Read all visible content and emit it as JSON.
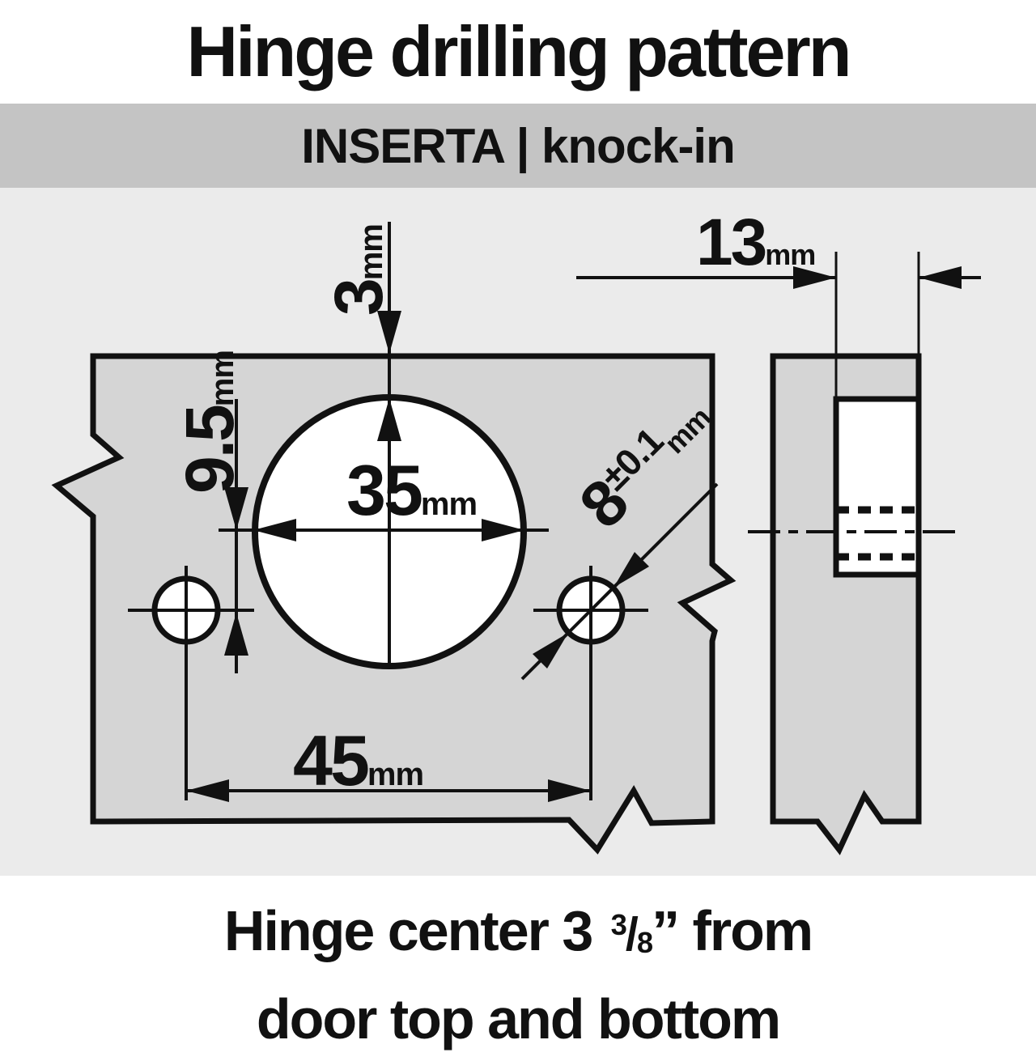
{
  "title": "Hinge drilling pattern",
  "banner": {
    "label": "INSERTA | knock-in"
  },
  "diagram": {
    "dims": {
      "edge_distance": {
        "value": "3",
        "unit": "mm"
      },
      "screw_offset": {
        "value": "9.5",
        "unit": "mm"
      },
      "cup_diameter": {
        "value": "35",
        "unit": "mm"
      },
      "screw_spacing": {
        "value": "45",
        "unit": "mm"
      },
      "screw_hole_diameter": {
        "value": "8",
        "tolerance": "±0.1",
        "unit": "mm"
      },
      "cup_edge_distance": {
        "value": "13",
        "unit": "mm"
      }
    }
  },
  "footer": {
    "prefix": "Hinge center 3",
    "fraction": {
      "numerator": "3",
      "slash": "/",
      "denominator": "8"
    },
    "suffix": "” from",
    "line2": "door top and bottom"
  },
  "colors": {
    "banner_bg": "#c4c4c4",
    "diagram_bg": "#ebebeb",
    "panel_fill": "#d5d5d5",
    "line": "#111111"
  }
}
